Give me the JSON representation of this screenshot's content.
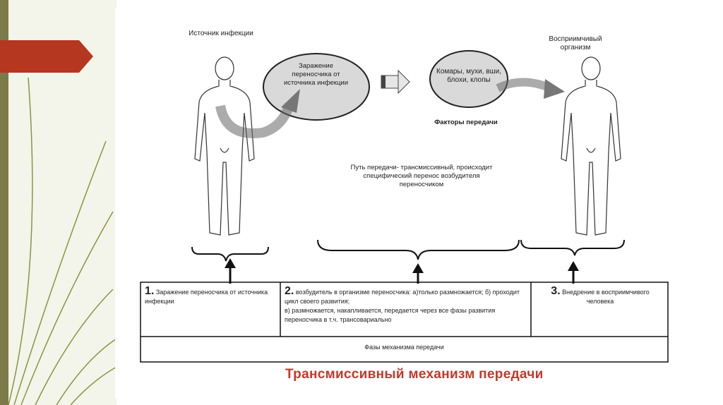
{
  "labels": {
    "source": "Источник инфекции",
    "recipient": "Восприимчивый организм",
    "infection_of_carrier": "Заражение переносчика от источника инфекции",
    "carriers": "Комары, мухи, вши, блохи, клопы",
    "transmission_factors": "Факторы передачи",
    "route": "Путь передачи- трансмиссивный, происходит специфический перенос возбудителя переносчиком"
  },
  "table": {
    "phase1_num": "1.",
    "phase1_text": "Заражение переносчика от источника инфекции",
    "phase2_num": "2.",
    "phase2_text_a": "возбудитель в организме переносчика: а)только размножается; б) проходит цикл своего развития;",
    "phase2_text_b": "в) размножается, накапливается, передается через все фазы развития переносчика в т.ч. трансовариально",
    "phase3_num": "3.",
    "phase3_text": "Внедрение в восприимчивого человека",
    "footer": "Фазы механизма передачи"
  },
  "caption": "Трансмиссивный механизм передачи",
  "colors": {
    "caption": "#c0392b",
    "accent_tab": "#b5371f",
    "bubble_fill": "#d9d9d9",
    "background_lines": "#7f8a3a"
  }
}
